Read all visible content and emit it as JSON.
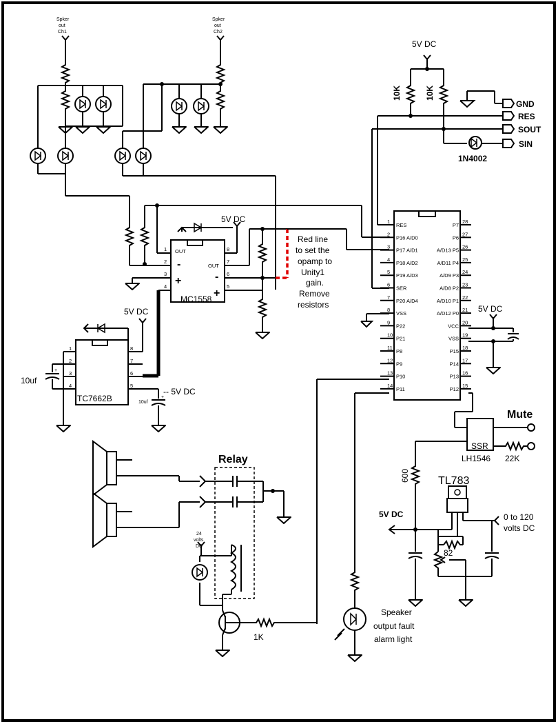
{
  "labels": {
    "spk_ch1": [
      "Spker",
      "out",
      "Ch1"
    ],
    "spk_ch2": [
      "Spker",
      "out",
      "Ch2"
    ],
    "v5_top": "5V DC",
    "v5_opamp": "5V DC",
    "v5_conv": "5V DC",
    "v5_mcu": "5V DC",
    "v5_reg": "5V DC",
    "neg5": "-- 5V DC",
    "r10k_a": "10K",
    "r10k_b": "10K",
    "diode_1n4002": "1N4002",
    "gnd": "GND",
    "res": "RES",
    "sout": "SOUT",
    "sin": "SIN",
    "cap_10uf_a": "10uf",
    "cap_10uf_b": "10uf",
    "relay": "Relay",
    "relay_24v": [
      "24",
      "volts",
      "DC"
    ],
    "r1k": "1K",
    "speaker_fault": [
      "Speaker",
      "output fault",
      "alarm  light"
    ],
    "mute": "Mute",
    "ssr": "SSR",
    "lh1546": "LH1546",
    "r22k": "22K",
    "r600": "600",
    "tl783": "TL783",
    "r82": "82",
    "vin": [
      "0 to 120",
      "volts DC"
    ]
  },
  "note": [
    "Red line",
    "to set the",
    "opamp to",
    "Unity1",
    "gain.",
    "Remove",
    "resistors"
  ],
  "opamp": {
    "name": "MC1558",
    "out_a": "OUT",
    "out_b": "OUT",
    "pins_left": [
      "1",
      "2",
      "3",
      "4"
    ],
    "pins_right": [
      "8",
      "7",
      "6",
      "5"
    ]
  },
  "converter": {
    "name": "TC7662B",
    "pins_left": [
      "1",
      "2",
      "3",
      "4"
    ],
    "pins_right": [
      "8",
      "7",
      "6",
      "5"
    ]
  },
  "mcu": {
    "left_pins": [
      {
        "n": "1",
        "name": "RES"
      },
      {
        "n": "2",
        "name": "P16  A/D0"
      },
      {
        "n": "3",
        "name": "P17 A/D1"
      },
      {
        "n": "4",
        "name": "P18  A/D2"
      },
      {
        "n": "5",
        "name": "P19  A/D3"
      },
      {
        "n": "6",
        "name": "SER"
      },
      {
        "n": "7",
        "name": "P20  A/D4"
      },
      {
        "n": "8",
        "name": "VSS"
      },
      {
        "n": "9",
        "name": "P22"
      },
      {
        "n": "10",
        "name": "P21"
      },
      {
        "n": "11",
        "name": "P8"
      },
      {
        "n": "12",
        "name": "P9"
      },
      {
        "n": "13",
        "name": "P10"
      },
      {
        "n": "14",
        "name": "P11"
      }
    ],
    "right_pins": [
      {
        "n": "28",
        "name": "P7"
      },
      {
        "n": "27",
        "name": "P6"
      },
      {
        "n": "26",
        "name": "A/D13  P5"
      },
      {
        "n": "25",
        "name": "A/D11  P4"
      },
      {
        "n": "24",
        "name": "A/D9  P3"
      },
      {
        "n": "23",
        "name": "A/D8  P2"
      },
      {
        "n": "22",
        "name": "A/D10  P1"
      },
      {
        "n": "21",
        "name": "A/D12  P0"
      },
      {
        "n": "20",
        "name": "VCC"
      },
      {
        "n": "19",
        "name": "VSS"
      },
      {
        "n": "18",
        "name": "P15"
      },
      {
        "n": "17",
        "name": "P14"
      },
      {
        "n": "16",
        "name": "P13"
      },
      {
        "n": "15",
        "name": "P12"
      }
    ]
  }
}
